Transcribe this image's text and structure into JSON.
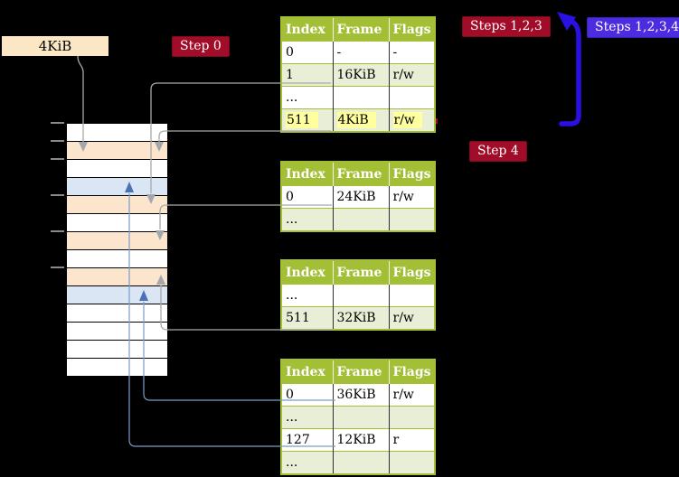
{
  "labels": {
    "frame_size": "4KiB",
    "step0": "Step 0",
    "steps123": "Steps 1,2,3",
    "steps1234": "Steps 1,2,3,4",
    "step4": "Step 4"
  },
  "colors": {
    "background": "#000000",
    "header_green": "#a2bf35",
    "shaded_row_green": "#e9efd6",
    "wheat": "#fbe5cd",
    "blue": "#dbe6f4",
    "white": "#ffffff",
    "frame_box_wheat": "#fbe7c3",
    "label_red": "#a10d28",
    "label_violet": "#4c2be0",
    "big_arrow_blue": "#2a10e2",
    "gray_line": "#a9a9a9",
    "gray_arrow": "#a4a7ad",
    "blue_line": "#7d9bc8",
    "blue_arrow": "#4a72b4",
    "highlight_yellow": "#ffff9e"
  },
  "tables": [
    {
      "columns": [
        "Index",
        "Frame",
        "Flags"
      ],
      "rows": [
        {
          "cells": [
            "0",
            "-",
            "-"
          ],
          "shaded": false,
          "highlighted": false
        },
        {
          "cells": [
            "1",
            "16KiB",
            "r/w"
          ],
          "shaded": true,
          "highlighted": false
        },
        {
          "cells": [
            "...",
            "",
            ""
          ],
          "shaded": false,
          "highlighted": false
        },
        {
          "cells": [
            "511",
            "4KiB",
            "r/w"
          ],
          "shaded": true,
          "highlighted": true
        }
      ]
    },
    {
      "columns": [
        "Index",
        "Frame",
        "Flags"
      ],
      "rows": [
        {
          "cells": [
            "0",
            "24KiB",
            "r/w"
          ],
          "shaded": false,
          "highlighted": false
        },
        {
          "cells": [
            "...",
            "",
            ""
          ],
          "shaded": true,
          "highlighted": false
        }
      ]
    },
    {
      "columns": [
        "Index",
        "Frame",
        "Flags"
      ],
      "rows": [
        {
          "cells": [
            "...",
            "",
            ""
          ],
          "shaded": false,
          "highlighted": false
        },
        {
          "cells": [
            "511",
            "32KiB",
            "r/w"
          ],
          "shaded": true,
          "highlighted": false
        }
      ]
    },
    {
      "columns": [
        "Index",
        "Frame",
        "Flags"
      ],
      "rows": [
        {
          "cells": [
            "0",
            "36KiB",
            "r/w"
          ],
          "shaded": false,
          "highlighted": false
        },
        {
          "cells": [
            "...",
            "",
            ""
          ],
          "shaded": true,
          "highlighted": false
        },
        {
          "cells": [
            "127",
            "12KiB",
            "r"
          ],
          "shaded": false,
          "highlighted": false
        },
        {
          "cells": [
            "...",
            "",
            ""
          ],
          "shaded": true,
          "highlighted": false
        }
      ]
    }
  ],
  "memory": {
    "rows": [
      "white",
      "wheat",
      "white",
      "blue",
      "wheat",
      "white",
      "wheat",
      "white",
      "wheat",
      "blue",
      "white",
      "white",
      "white",
      "white"
    ]
  }
}
